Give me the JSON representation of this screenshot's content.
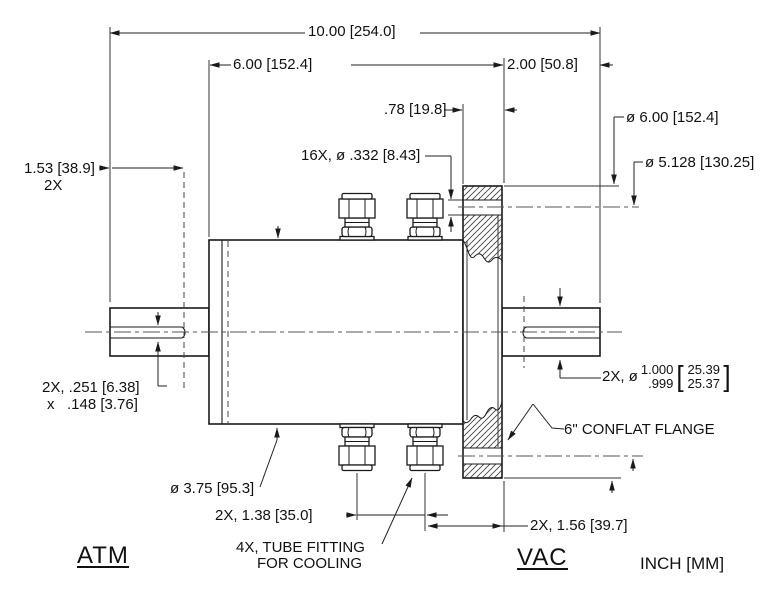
{
  "labels": {
    "atm": "ATM",
    "vac": "VAC",
    "units": "INCH [MM]"
  },
  "dims": {
    "overall": "10.00 [254.0]",
    "body_len": "6.00 [152.4]",
    "flange_to_end": "2.00 [50.8]",
    "flange_thickness": ".78 [19.8]",
    "keyway_len": "1.53 [38.9]",
    "keyway_len_qty": "2X",
    "bolt_holes": "16X, ø .332 [8.43]",
    "flange_od": "ø 6.00 [152.4]",
    "bolt_circle": "ø 5.128 [130.25]",
    "shaft_prefix": "2X, ø",
    "shaft_in_hi": "1.000",
    "shaft_in_lo": ".999",
    "shaft_mm_hi": "25.39",
    "shaft_mm_lo": "25.37",
    "keyway_width": "2X, .251 [6.38]",
    "keyway_depth": "x   .148 [3.76]",
    "body_od": "ø 3.75 [95.3]",
    "fitting_spacing": "2X, 1.38 [35.0]",
    "fitting_to_flange": "2X, 1.56 [39.7]"
  },
  "notes": {
    "tube_fitting_line1": "4X, TUBE FITTING",
    "tube_fitting_line2": "FOR COOLING",
    "flange_note": "6\" CONFLAT FLANGE"
  },
  "colors": {
    "line": "#1a1a1a",
    "background": "#ffffff"
  }
}
